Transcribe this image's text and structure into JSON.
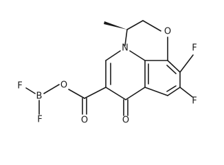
{
  "atoms": {
    "n": "N",
    "o_ring": "O",
    "f_upper": "F",
    "f_lower": "F",
    "o_ester": "O",
    "b": "B",
    "f_b_left": "F",
    "f_b_bottom": "F",
    "o_carbonyl_acid": "O",
    "o_ketone": "O"
  },
  "colors": {
    "stroke": "#1a1a1a",
    "background": "#ffffff"
  }
}
